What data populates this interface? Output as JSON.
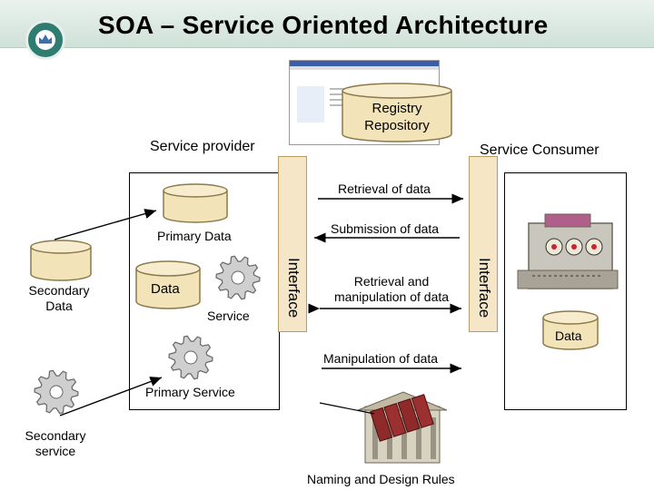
{
  "title": "SOA – Service Oriented Architecture",
  "registry": {
    "line1": "Registry",
    "line2": "Repository"
  },
  "service_provider": "Service provider",
  "service_consumer": "Service Consumer",
  "interface_label": "Interface",
  "flows": {
    "retrieval": "Retrieval of data",
    "submission": "Submission of data",
    "retrieval_manip_1": "Retrieval and",
    "retrieval_manip_2": "manipulation of data",
    "manipulation": "Manipulation of data"
  },
  "primary_data": "Primary Data",
  "data_label": "Data",
  "service_label": "Service",
  "secondary_data_1": "Secondary",
  "secondary_data_2": "Data",
  "primary_service": "Primary Service",
  "secondary_service_1": "Secondary",
  "secondary_service_2": "service",
  "consumer_data": "Data",
  "naming_rules": "Naming and Design Rules",
  "colors": {
    "interface_fill": "#f4e6c6",
    "cylinder_fill": "#f3e3b8",
    "title_bg": "#d6e8df"
  }
}
